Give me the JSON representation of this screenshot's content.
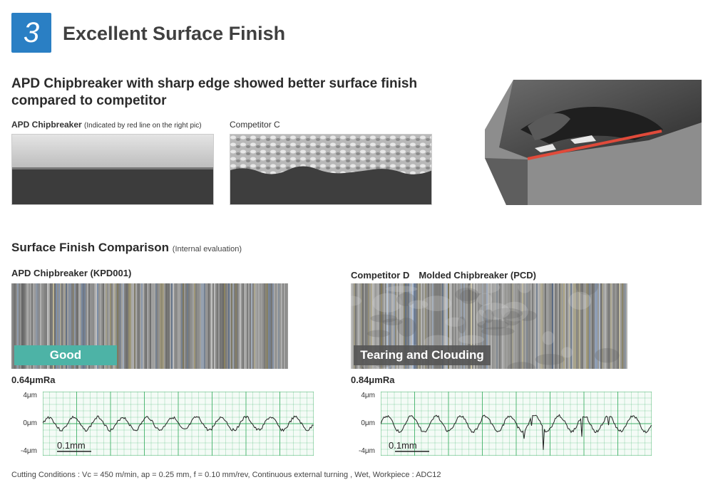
{
  "header": {
    "number": "3",
    "title": "Excellent Surface Finish"
  },
  "headline": "APD Chipbreaker with sharp edge showed better surface finish compared to competitor",
  "edge_photos": {
    "apd_label_bold": "APD Chipbreaker",
    "apd_label_note": "(Indicated by red line on the right pic)",
    "competitor_label": "Competitor C"
  },
  "section": {
    "title": "Surface Finish Comparison",
    "subtitle": "(Internal evaluation)"
  },
  "samples": {
    "apd": {
      "label": "APD Chipbreaker (KPD001)",
      "badge": "Good",
      "ra": "0.64μmRa"
    },
    "competitor": {
      "label": "Competitor D　Molded Chipbreaker (PCD)",
      "badge": "Tearing and Clouding",
      "ra": "0.84μmRa"
    }
  },
  "profile_axis": {
    "top": "4μm",
    "mid": "0μm",
    "bottom": "-4μm",
    "scale": "0.1mm"
  },
  "colors": {
    "accent_blue": "#2a7fc4",
    "good_teal": "#4db3a6",
    "red_line": "#e04a3a",
    "grid_green": "#2faa5a"
  },
  "conditions": "Cutting Conditions : Vc = 450 m/min, ap = 0.25 mm, f = 0.10 mm/rev, Continuous external turning , Wet,  Workpiece : ADC12"
}
